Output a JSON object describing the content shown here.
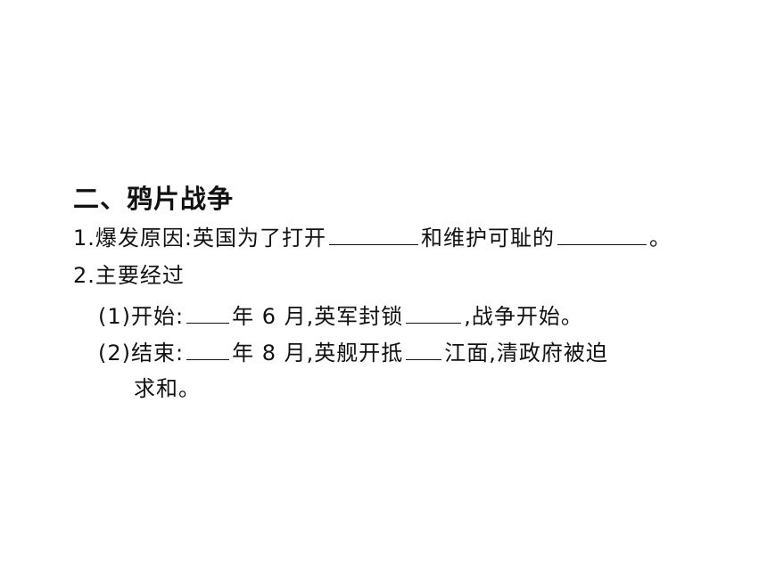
{
  "section": {
    "heading": "二、鸦片战争"
  },
  "items": {
    "cause": {
      "prefix": "1.爆发原因:英国为了打开",
      "middle": "和维护可耻的",
      "suffix": "。"
    },
    "process": {
      "title": "2.主要经过"
    },
    "start": {
      "prefix": "(1)开始:",
      "year_suffix": "年 6 月,英军封锁",
      "suffix": ",战争开始。"
    },
    "end": {
      "prefix": "(2)结束:",
      "year_suffix": "年 8 月,英舰开抵",
      "suffix": "江面,清政府被迫",
      "continuation": "求和。"
    }
  }
}
